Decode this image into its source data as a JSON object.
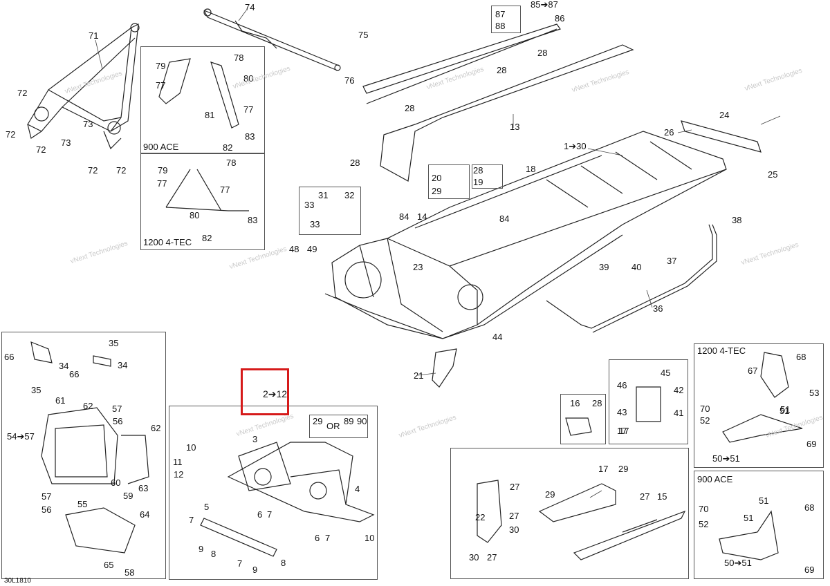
{
  "drawing_code": "30L1810",
  "watermark_text": "vNext Technologies",
  "highlight": {
    "label": "2➔12",
    "color": "#d61a1a"
  },
  "boxes": {
    "box_900ace_top": {
      "title": "900 ACE"
    },
    "box_1200_top": {
      "title": "1200 4-TEC"
    },
    "box_1200_right": {
      "title": "1200 4-TEC"
    },
    "box_900ace_right": {
      "title": "900 ACE"
    },
    "box_29_90": {
      "or_text": "OR"
    }
  },
  "callouts": [
    "71",
    "72",
    "72",
    "72",
    "73",
    "73",
    "72",
    "72",
    "74",
    "75",
    "76",
    "79",
    "78",
    "77",
    "80",
    "81",
    "77",
    "83",
    "82",
    "79",
    "78",
    "77",
    "77",
    "80",
    "83",
    "82",
    "87",
    "88",
    "85➔87",
    "86",
    "28",
    "28",
    "28",
    "13",
    "28",
    "24",
    "26",
    "25",
    "1➔30",
    "18",
    "20",
    "29",
    "28",
    "19",
    "31",
    "33",
    "32",
    "33",
    "84",
    "14",
    "84",
    "38",
    "48",
    "49",
    "23",
    "37",
    "39",
    "40",
    "36",
    "44",
    "21",
    "35",
    "66",
    "34",
    "66",
    "34",
    "35",
    "61",
    "62",
    "57",
    "56",
    "54➔57",
    "62",
    "60",
    "59",
    "63",
    "57",
    "56",
    "55",
    "64",
    "65",
    "58",
    "10",
    "11",
    "12",
    "3",
    "29",
    "89",
    "90",
    "4",
    "6",
    "7",
    "6",
    "7",
    "10",
    "5",
    "7",
    "9",
    "8",
    "7",
    "9",
    "8",
    "16",
    "28",
    "17",
    "45",
    "46",
    "42",
    "43",
    "41",
    "17",
    "68",
    "67",
    "53",
    "70",
    "51",
    "52",
    "51",
    "69",
    "50➔51",
    "51",
    "70",
    "68",
    "51",
    "52",
    "69",
    "50➔51",
    "17",
    "29",
    "27",
    "22",
    "29",
    "27",
    "15",
    "27",
    "30",
    "30",
    "27"
  ]
}
